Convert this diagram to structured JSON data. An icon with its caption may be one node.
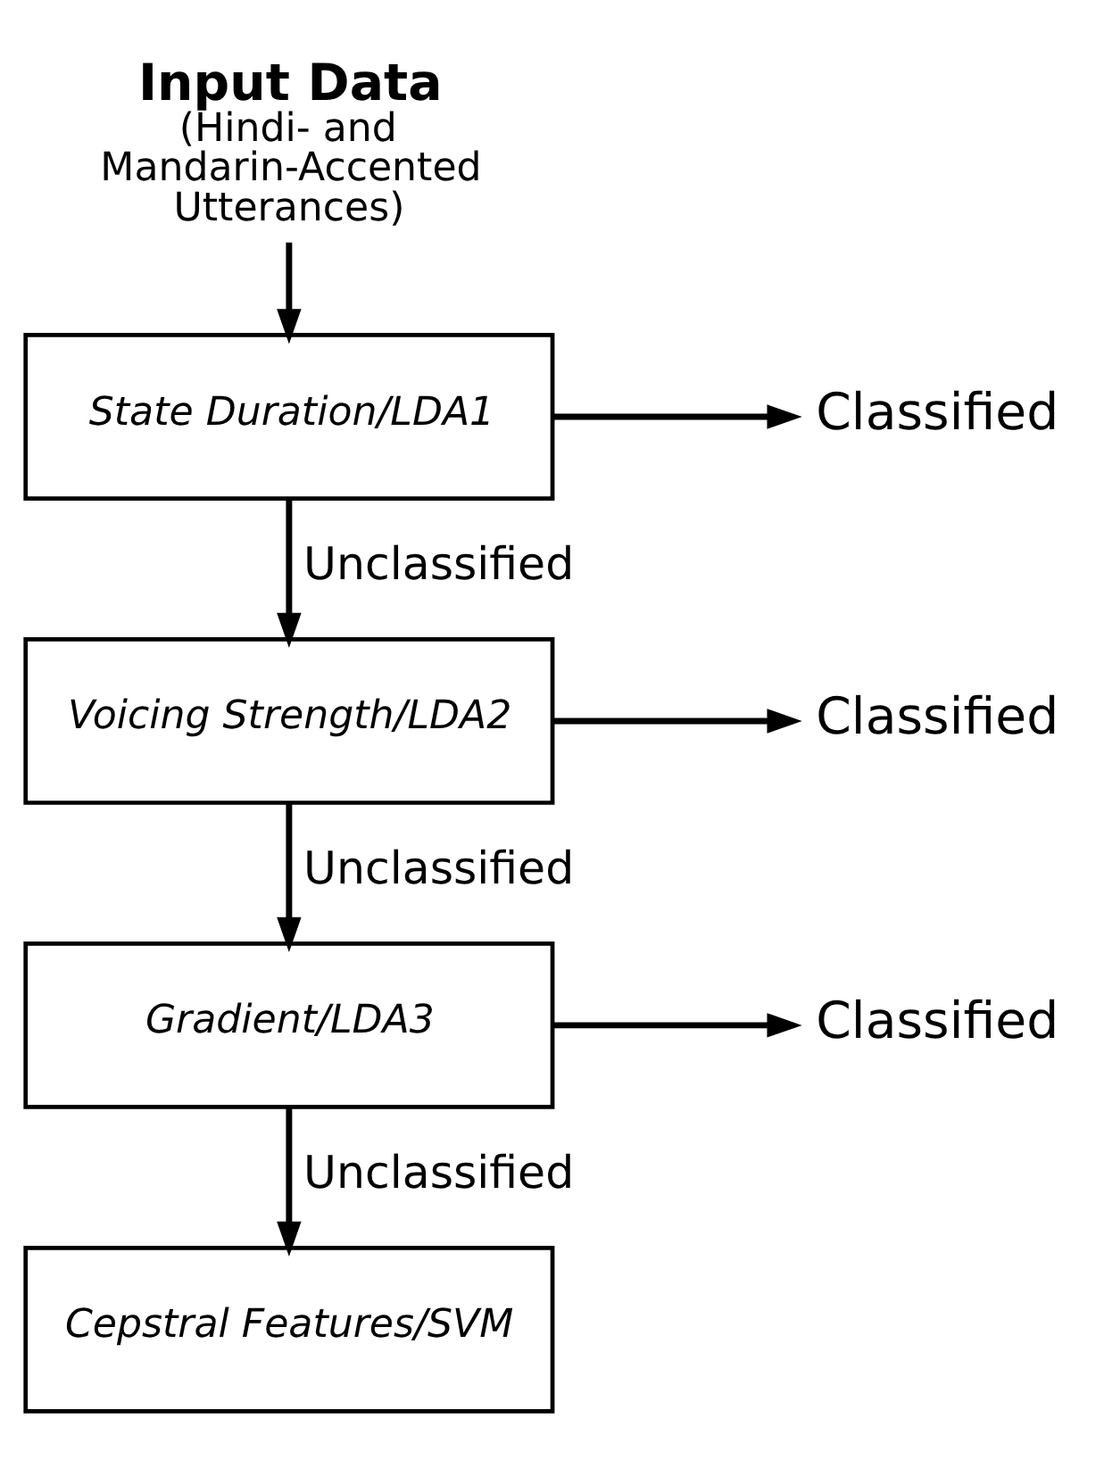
{
  "diagram": {
    "nodes": [
      {
        "text": [
          "Input Data",
          "(Hindi- and Mandarin-Accented Utterances)"
        ]
      },
      {
        "text": [
          "State Duration/LDA1"
        ]
      },
      {
        "text": [
          "Classified"
        ]
      },
      {
        "text": [
          "Voicing Strength/LDA2"
        ]
      },
      {
        "text": [
          "Classified"
        ]
      },
      {
        "text": [
          "Gradient/LDA3"
        ]
      },
      {
        "text": [
          "Classified"
        ]
      },
      {
        "text": [
          "Cepstral Features/SVM"
        ]
      }
    ],
    "edges": [
      {
        "from": 0,
        "to": 1,
        "arrow": "to"
      },
      {
        "from": 1,
        "to": 2,
        "arrow": "to"
      },
      {
        "from": 1,
        "to": 3,
        "arrow": "to",
        "label": "Unclassified"
      },
      {
        "from": 3,
        "to": 4,
        "arrow": "to"
      },
      {
        "from": 3,
        "to": 5,
        "arrow": "to",
        "label": "Unclassified"
      },
      {
        "from": 5,
        "to": 6,
        "arrow": "to"
      },
      {
        "from": 5,
        "to": 7,
        "arrow": "to",
        "label": "Unclassified"
      }
    ]
  }
}
